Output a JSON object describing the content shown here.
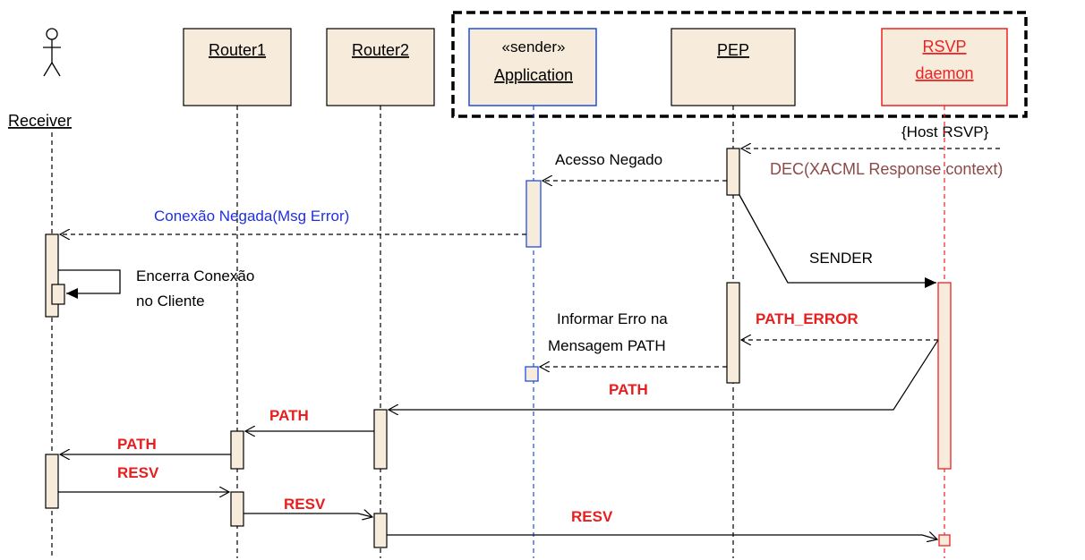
{
  "actors": {
    "receiver": "Receiver",
    "router1": "Router1",
    "router2": "Router2",
    "application_stereotype": "«sender»",
    "application": "Application",
    "pep": "PEP",
    "rsvp_line1": "RSVP",
    "rsvp_line2": "daemon"
  },
  "group_label": "{Host RSVP}",
  "messages": {
    "dec": "DEC(XACML Response context)",
    "acesso_negado": "Acesso Negado",
    "conexao_negada": "Conexão Negada(Msg Error)",
    "encerra_line1": "Encerra Conexão",
    "encerra_line2": "no Cliente",
    "sender": "SENDER",
    "path_error": "PATH_ERROR",
    "informar_line1": "Informar Erro na",
    "informar_line2": "Mensagem PATH",
    "path_rsvp_router2": "PATH",
    "path_router2_router1": "PATH",
    "path_router1_receiver": "PATH",
    "resv_receiver_router1": "RESV",
    "resv_router1_router2": "RESV",
    "resv_router2_rsvp": "RESV"
  },
  "colors": {
    "box_fill": "#f7ecdc",
    "line": "#000000",
    "application_blue": "#1f4fe0",
    "rsvp_red": "#ee2222",
    "dec_text": "#8b4a48",
    "conexao_text": "#1f2fe0",
    "bold_red": "#e81e1e"
  }
}
